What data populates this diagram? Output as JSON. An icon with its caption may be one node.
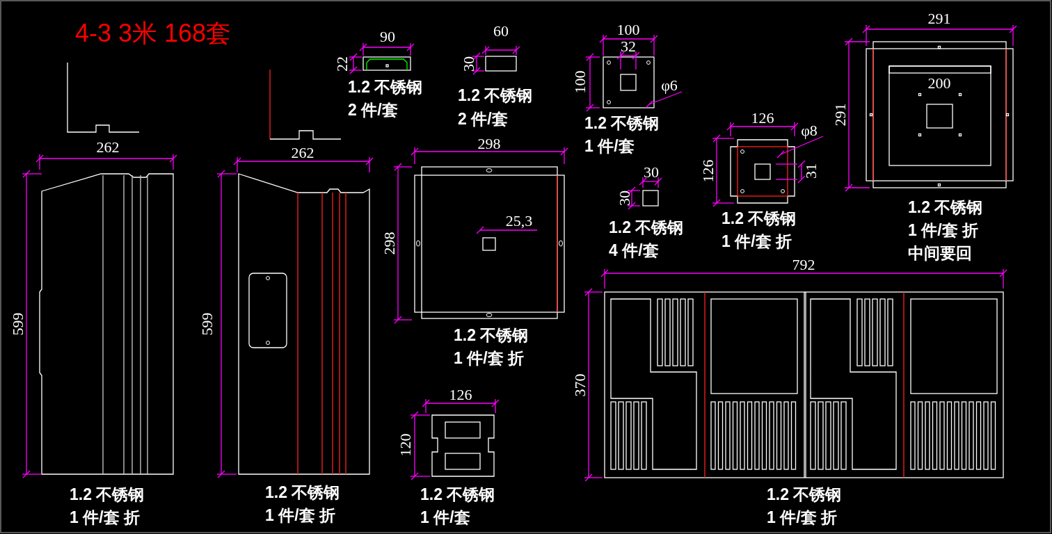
{
  "diagram": {
    "title": "4-3 3米 168套",
    "nodes": [
      {
        "text": [
          "φ6"
        ]
      },
      {
        "text": [
          "25,3"
        ]
      },
      {
        "text": [
          "φ8"
        ]
      }
    ],
    "edges": [
      {
        "from": 0,
        "to": null,
        "arrow": "none"
      },
      {
        "from": 1,
        "to": null,
        "arrow": "none"
      },
      {
        "from": 2,
        "to": null,
        "arrow": "none"
      }
    ],
    "labels": [
      "90",
      "22",
      "1.2 不锈钢",
      "2 件/套",
      "60",
      "30",
      "1.2 不锈钢",
      "2 件/套",
      "100",
      "32",
      "100",
      "1.2 不锈钢",
      "1 件/套",
      "291",
      "200",
      "291",
      "1.2 不锈钢",
      "1 件/套 折",
      "中间要回",
      "262",
      "599",
      "1.2 不锈钢",
      "1 件/套 折",
      "262",
      "599",
      "1.2 不锈钢",
      "1 件/套 折",
      "298",
      "298",
      "1.2 不锈钢",
      "1 件/套 折",
      "30",
      "30",
      "1.2 不锈钢",
      "4 件/套",
      "126",
      "126",
      "31",
      "1.2 不锈钢",
      "1 件/套 折",
      "792",
      "370",
      "1.2 不锈钢",
      "1 件/套 折",
      "126",
      "120",
      "1.2 不锈钢",
      "1 件/套"
    ]
  }
}
